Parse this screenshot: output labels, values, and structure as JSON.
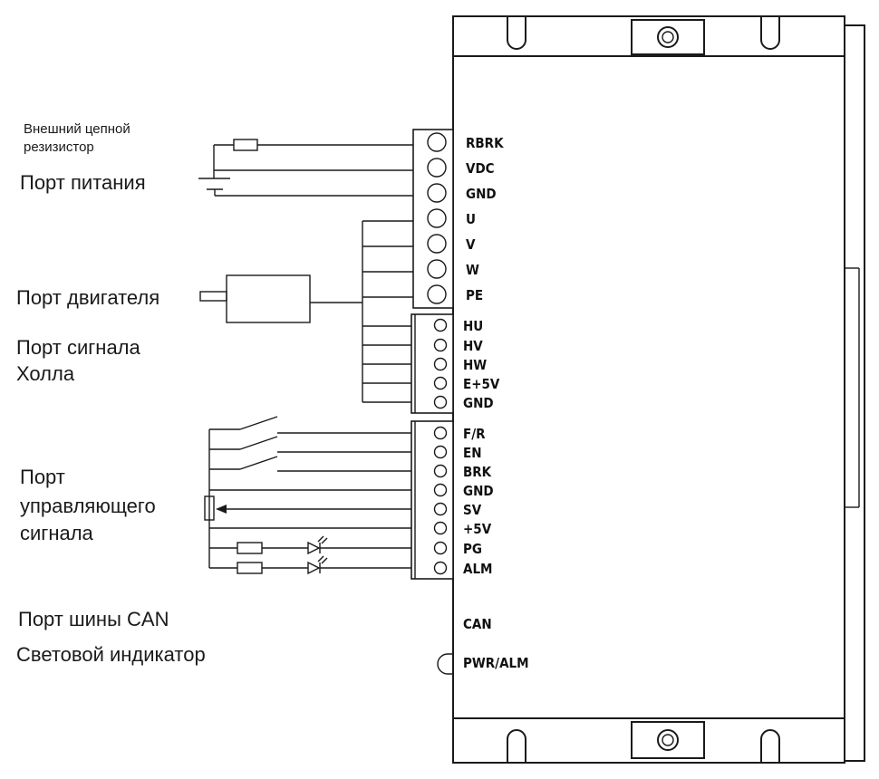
{
  "labels": {
    "external_resistor": [
      "Внешний цепной",
      "резизистор"
    ],
    "power_port": "Порт питания",
    "motor_port": "Порт двигателя",
    "hall_port": [
      "Порт сигнала",
      "Холла"
    ],
    "control_port": [
      "Порт",
      "управляющего",
      "сигнала"
    ],
    "can_port": "Порт шины CAN",
    "indicator": "Световой индикатор"
  },
  "power_block_pins": [
    "RBRK",
    "VDC",
    "GND",
    "U",
    "V",
    "W",
    "PE"
  ],
  "hall_block_pins": [
    "HU",
    "HV",
    "HW",
    "E+5V",
    "GND"
  ],
  "control_block_pins": [
    "F/R",
    "EN",
    "BRK",
    "GND",
    "SV",
    "+5V",
    "PG",
    "ALM"
  ],
  "side_pins": {
    "can": "CAN",
    "pwr_alm": "PWR/ALM"
  }
}
